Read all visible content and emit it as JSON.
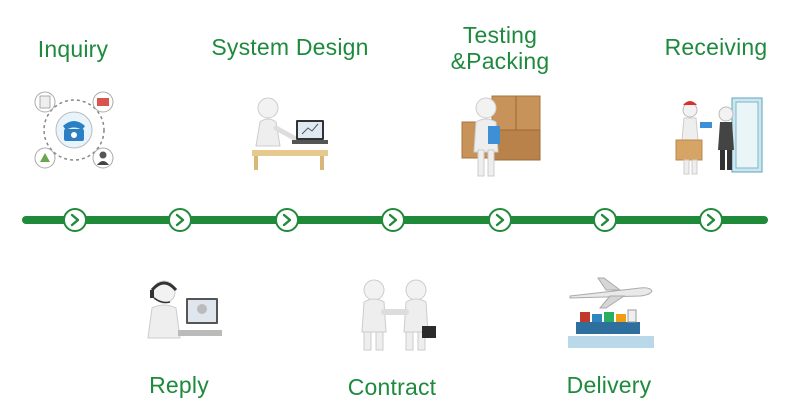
{
  "theme": {
    "accent": "#1e8a3e",
    "line": "#1f8a3a",
    "node_border": "#1f8a3a"
  },
  "steps": {
    "inquiry": {
      "label": "Inquiry",
      "icon": "phone-contacts-icon"
    },
    "system_design": {
      "label": "System Design",
      "icon": "designer-at-desk-icon"
    },
    "testing_packing": {
      "label_line1": "Testing",
      "label_line2": "&Packing",
      "icon": "worker-with-boxes-icon"
    },
    "receiving": {
      "label": "Receiving",
      "icon": "delivery-at-door-icon"
    },
    "reply": {
      "label": "Reply",
      "icon": "support-agent-icon"
    },
    "contract": {
      "label": "Contract",
      "icon": "handshake-icon"
    },
    "delivery": {
      "label": "Delivery",
      "icon": "plane-and-ship-icon"
    }
  },
  "timeline": {
    "node_icon": "chevron-right-icon",
    "node_count": 7
  }
}
